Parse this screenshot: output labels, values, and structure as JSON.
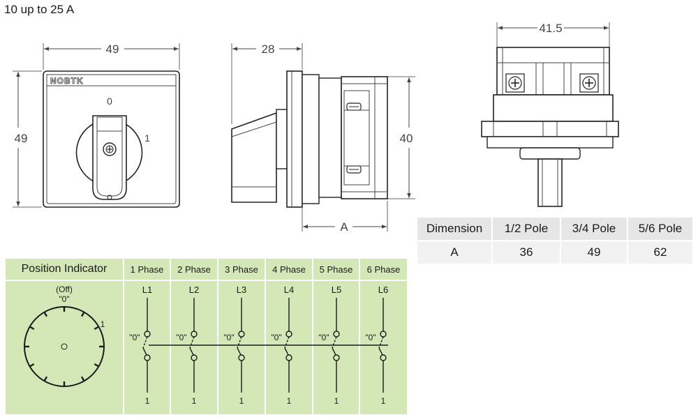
{
  "title": "10 up to 25 A",
  "brand": "NOBTK",
  "front_view": {
    "width_label": "49",
    "height_label": "49",
    "pos_off": "0",
    "pos_on": "1"
  },
  "side_view": {
    "depth_label": "28",
    "height_label": "40",
    "a_label": "A"
  },
  "top_view": {
    "width_label": "41.5"
  },
  "dimension_table": {
    "headers": [
      "Dimension",
      "1/2 Pole",
      "3/4 Pole",
      "5/6 Pole"
    ],
    "rows": [
      [
        "A",
        "36",
        "49",
        "62"
      ]
    ]
  },
  "position_indicator": {
    "header": "Position Indicator",
    "off_label": "(Off)",
    "zero_label": "\"0\"",
    "one_label": "1"
  },
  "phases": [
    {
      "header": "1 Phase",
      "top": "L1",
      "zero": "\"0\"",
      "bottom": "1"
    },
    {
      "header": "2 Phase",
      "top": "L2",
      "zero": "\"0\"",
      "bottom": "1"
    },
    {
      "header": "3 Phase",
      "top": "L3",
      "zero": "\"0\"",
      "bottom": "1"
    },
    {
      "header": "4 Phase",
      "top": "L4",
      "zero": "\"0\"",
      "bottom": "1"
    },
    {
      "header": "5 Phase",
      "top": "L5",
      "zero": "\"0\"",
      "bottom": "1"
    },
    {
      "header": "6 Phase",
      "top": "L6",
      "zero": "\"0\"",
      "bottom": "1"
    }
  ]
}
